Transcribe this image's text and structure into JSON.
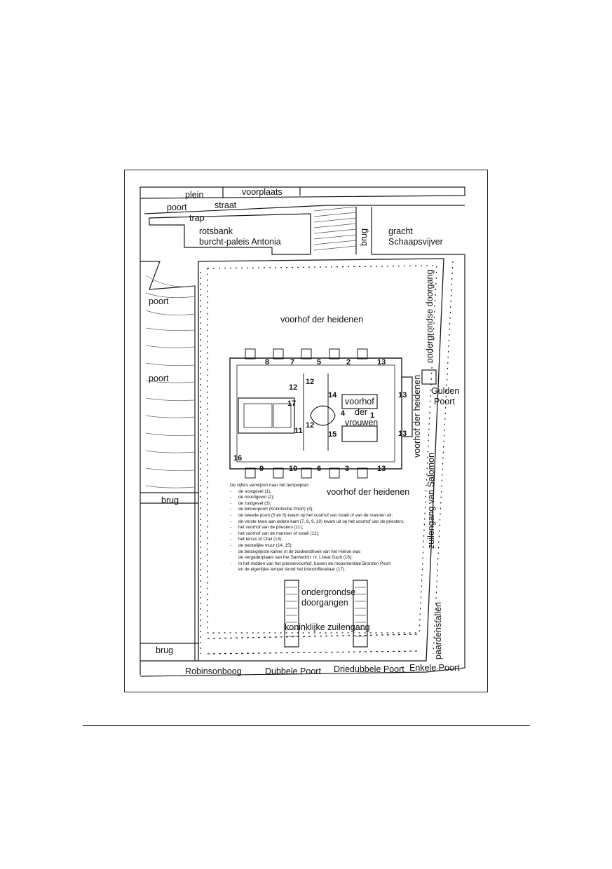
{
  "labels": {
    "plein": "plein",
    "voorplaats": "voorplaats",
    "poort_top": "poort",
    "straat": "straat",
    "trap": "trap",
    "rotsbank": "rotsbank",
    "burcht": "burcht-paleis Antonia",
    "brug_top": "brug",
    "gracht": "gracht",
    "schaapsvijver": "Schaapsvijver",
    "poort_west1": "poort",
    "poort_west2": "poort",
    "voorhof_heidenen_top": "voorhof der heidenen",
    "voorhof_heidenen_bottom": "voorhof der heidenen",
    "voorhof_heidenen_east": "voorhof der heidenen",
    "ondergrondse_doorgang": "ondergrondse doorgang",
    "gulden": "Gulden",
    "gulden_poort": "Poort",
    "voorhof": "voorhof",
    "der": "der",
    "vrouwen": "vrouwen",
    "zuilengang_salomon": "zuilengang van Salomon",
    "brug_mid": "brug",
    "ondergrondse": "ondergrondse",
    "doorgangen": "doorgangen",
    "koninklijke_zuilengang": "koninklijke zuilengang",
    "paardenstallen": "paardenstallen",
    "brug_bottom": "brug",
    "robinsonboog": "Robinsonboog",
    "dubbele_poort": "Dubbele Poort",
    "driedubbele_poort": "Driedubbele Poort",
    "enkele_poort": "Enkele Poort"
  },
  "numbers": [
    "8",
    "7",
    "5",
    "2",
    "13",
    "12",
    "14",
    "17",
    "4",
    "1",
    "13",
    "13",
    "12",
    "11",
    "12",
    "15",
    "16",
    "9",
    "10",
    "6",
    "3",
    "13"
  ],
  "legend": {
    "intro": "De cijfers verwijzen naar het tempelplan:",
    "items": [
      "de oostgevel (1);",
      "de noordgevel (2);",
      "de zuidgevel (3);",
      "de binnenpoort (Korintische Poort) (4);",
      "de tweede poort (5 en 6) kwam op het voorhof van Israël of van de mannen uit;",
      "de verste twee aan iedere kant (7, 8, 9, 10) kwam uit op het voorhof van de priesters;",
      "het voorhof van de priesters (11);",
      "het voorhof van de mannen of Israël (12);",
      "het terras of Chel (13);",
      "de westelijke muur (14, 15);",
      "de belangrijkste kamer in de zuidwesthoek van het Hiëron was",
      "de vergaderplaats van het Sanhedrin: nl. Liskat Gazit (16);",
      "In het midden van het priestervoorhof, tussen de monumentale Bronzen Poort",
      "en de eigenlijke tempel stond het brandofferaltaar (17)."
    ]
  },
  "colors": {
    "ink": "#1a1a1a",
    "paper": "#ffffff",
    "hatch": "#555555"
  }
}
